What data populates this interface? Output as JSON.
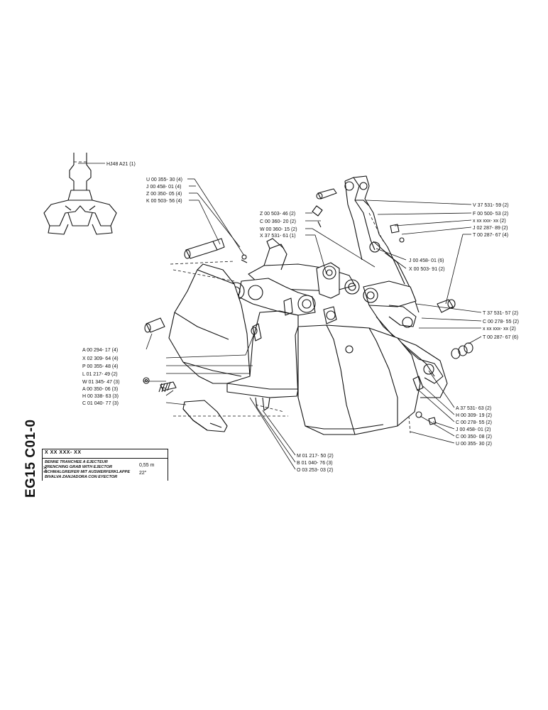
{
  "drawing_code": "EG15 C01-0",
  "title_block": {
    "code": "X XX XXX- XX",
    "line_fr": "BENNE TRANCHEE A EJECTEUR",
    "line_en": "TRENCHING GRAB WITH EJECTOR",
    "line_de": "SCHMALGREIFER MIT AUSWERFERKLAPPE",
    "line_es": "BIVALVA ZANJADORA CON EYECTOR",
    "capacity": "0,55 m",
    "width": "22\"",
    "rotated_mark": "3-X"
  },
  "thumbnail_label": "HJ48 A21  (1)",
  "labels_left": [
    "U 00 355- 30 (4)",
    "J 00 458- 01 (4)",
    "Z 00 350- 05 (4)",
    "K 00 503- 56 (4)"
  ],
  "labels_center_top": [
    "Z  00 503- 46 (2)",
    "C  00 360- 20 (2)",
    "W 00 360- 15 (2)",
    "X 37 531- 61 (1)"
  ],
  "labels_right_top": [
    "V 37 531- 59 (2)",
    "F 00 500- 53 (2)",
    "x  xx  xxx- xx (2)",
    "J  02 287- 89 (2)",
    "T 00 287- 67 (4)"
  ],
  "labels_right_mid": [
    "J  00 458- 01 (6)",
    "X  00 503- 91 (2)"
  ],
  "labels_right_lower": [
    "T 37 531- 57 (2)",
    "C 00 278- 55 (2)",
    "x  xx  xxx- xx (2)",
    "T 00 287- 67 (6)"
  ],
  "labels_left_bottom": [
    "A 00 294- 17 (4)",
    "X 02 309- 64 (4)",
    "P 00 355- 48 (4)",
    "L 01 217- 49 (2)",
    "W 01 345- 47 (3)",
    "A 00 350- 06 (3)",
    "H 00 338- 63 (3)",
    "C 01 040- 77 (3)"
  ],
  "labels_right_bottom": [
    "A 37 531- 63 (2)",
    "H 00 309- 19 (2)",
    "C 00 278- 55 (2)",
    "J 00 458- 01 (2)",
    "C 00 350- 08 (2)",
    "U 00 355- 30 (2)"
  ],
  "labels_bottom_center": [
    "M 01 217- 50 (2)",
    "B 01 040- 76 (3)",
    "O 03 253- 03 (2)"
  ]
}
